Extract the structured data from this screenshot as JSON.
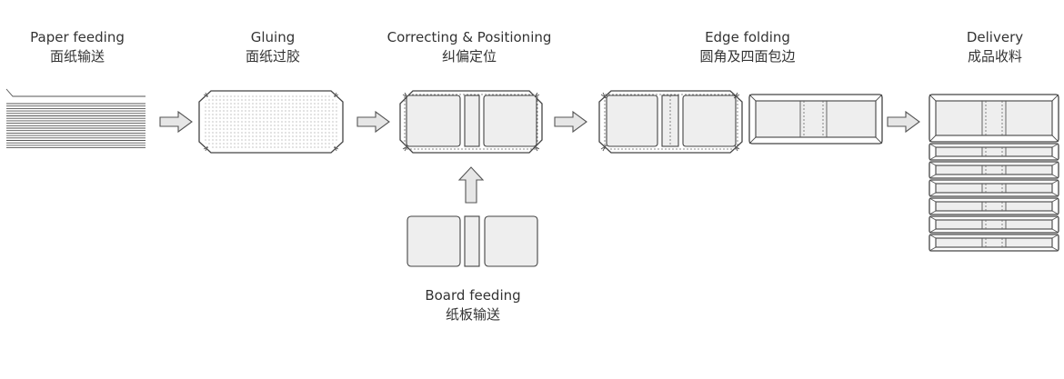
{
  "stages": [
    {
      "id": "paper-feeding",
      "en": "Paper feeding",
      "zh": "面纸输送"
    },
    {
      "id": "gluing",
      "en": "Gluing",
      "zh": "面纸过胶"
    },
    {
      "id": "correcting-positioning",
      "en": "Correcting & Positioning",
      "zh": "纠偏定位"
    },
    {
      "id": "edge-folding",
      "en": "Edge folding",
      "zh": "圆角及四面包边"
    },
    {
      "id": "delivery",
      "en": "Delivery",
      "zh": "成品收料"
    },
    {
      "id": "board-feeding",
      "en": "Board feeding",
      "zh": "纸板输送"
    }
  ],
  "colors": {
    "stroke": "#444444",
    "panel_fill": "#eeeeee",
    "arrow_fill": "#e6e6e6",
    "text": "#333333"
  }
}
